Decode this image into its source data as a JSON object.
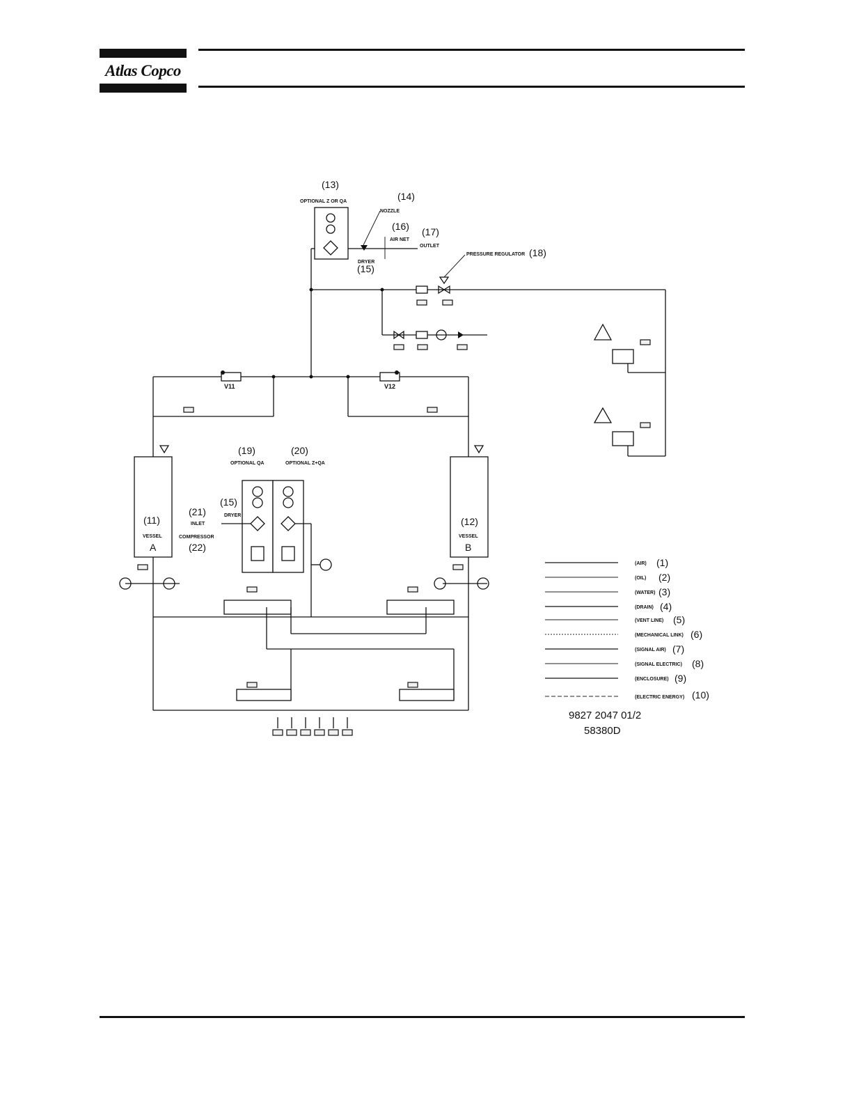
{
  "header": {
    "brand": "Atlas Copco"
  },
  "diagram": {
    "callouts": {
      "c13": "(13)",
      "c14": "(14)",
      "c15a": "(15)",
      "c15b": "(15)",
      "c16": "(16)",
      "c17": "(17)",
      "c18": "(18)",
      "c19": "(19)",
      "c20": "(20)",
      "c11": "(11)",
      "c12": "(12)",
      "c21": "(21)",
      "c22": "(22)"
    },
    "labels": {
      "optional_z_or_qa": "OPTIONAL Z OR QA",
      "optional_qa": "OPTIONAL QA",
      "optional_zqa": "OPTIONAL Z+QA",
      "vessel_a": "VESSEL",
      "vessel_a_letter": "A",
      "vessel_b": "VESSEL",
      "vessel_b_letter": "B",
      "v11": "V11",
      "v12": "V12",
      "pressure_regulator": "PRESSURE REGULATOR",
      "outlet": "OUTLET",
      "air_net": "AIR NET",
      "dryer_top": "DRYER",
      "dryer_mid": "DRYER",
      "inlet": "INLET",
      "compressor": "COMPRESSOR",
      "nozzle": "NOZZLE"
    },
    "legend": [
      {
        "code": "(AIR)",
        "num": "(1)"
      },
      {
        "code": "(OIL)",
        "num": "(2)"
      },
      {
        "code": "(WATER)",
        "num": "(3)"
      },
      {
        "code": "(DRAIN)",
        "num": "(4)"
      },
      {
        "code": "(VENT LINE)",
        "num": "(5)"
      },
      {
        "code": "(MECHANICAL LINK)",
        "num": "(6)"
      },
      {
        "code": "(SIGNAL AIR)",
        "num": "(7)"
      },
      {
        "code": "(SIGNAL ELECTRIC)",
        "num": "(8)"
      },
      {
        "code": "(ENCLOSURE)",
        "num": "(9)"
      },
      {
        "code": "(ELECTRIC ENERGY)",
        "num": "(10)"
      }
    ],
    "drawing_number": "9827 2047 01/2",
    "sheet_code": "58380D"
  }
}
